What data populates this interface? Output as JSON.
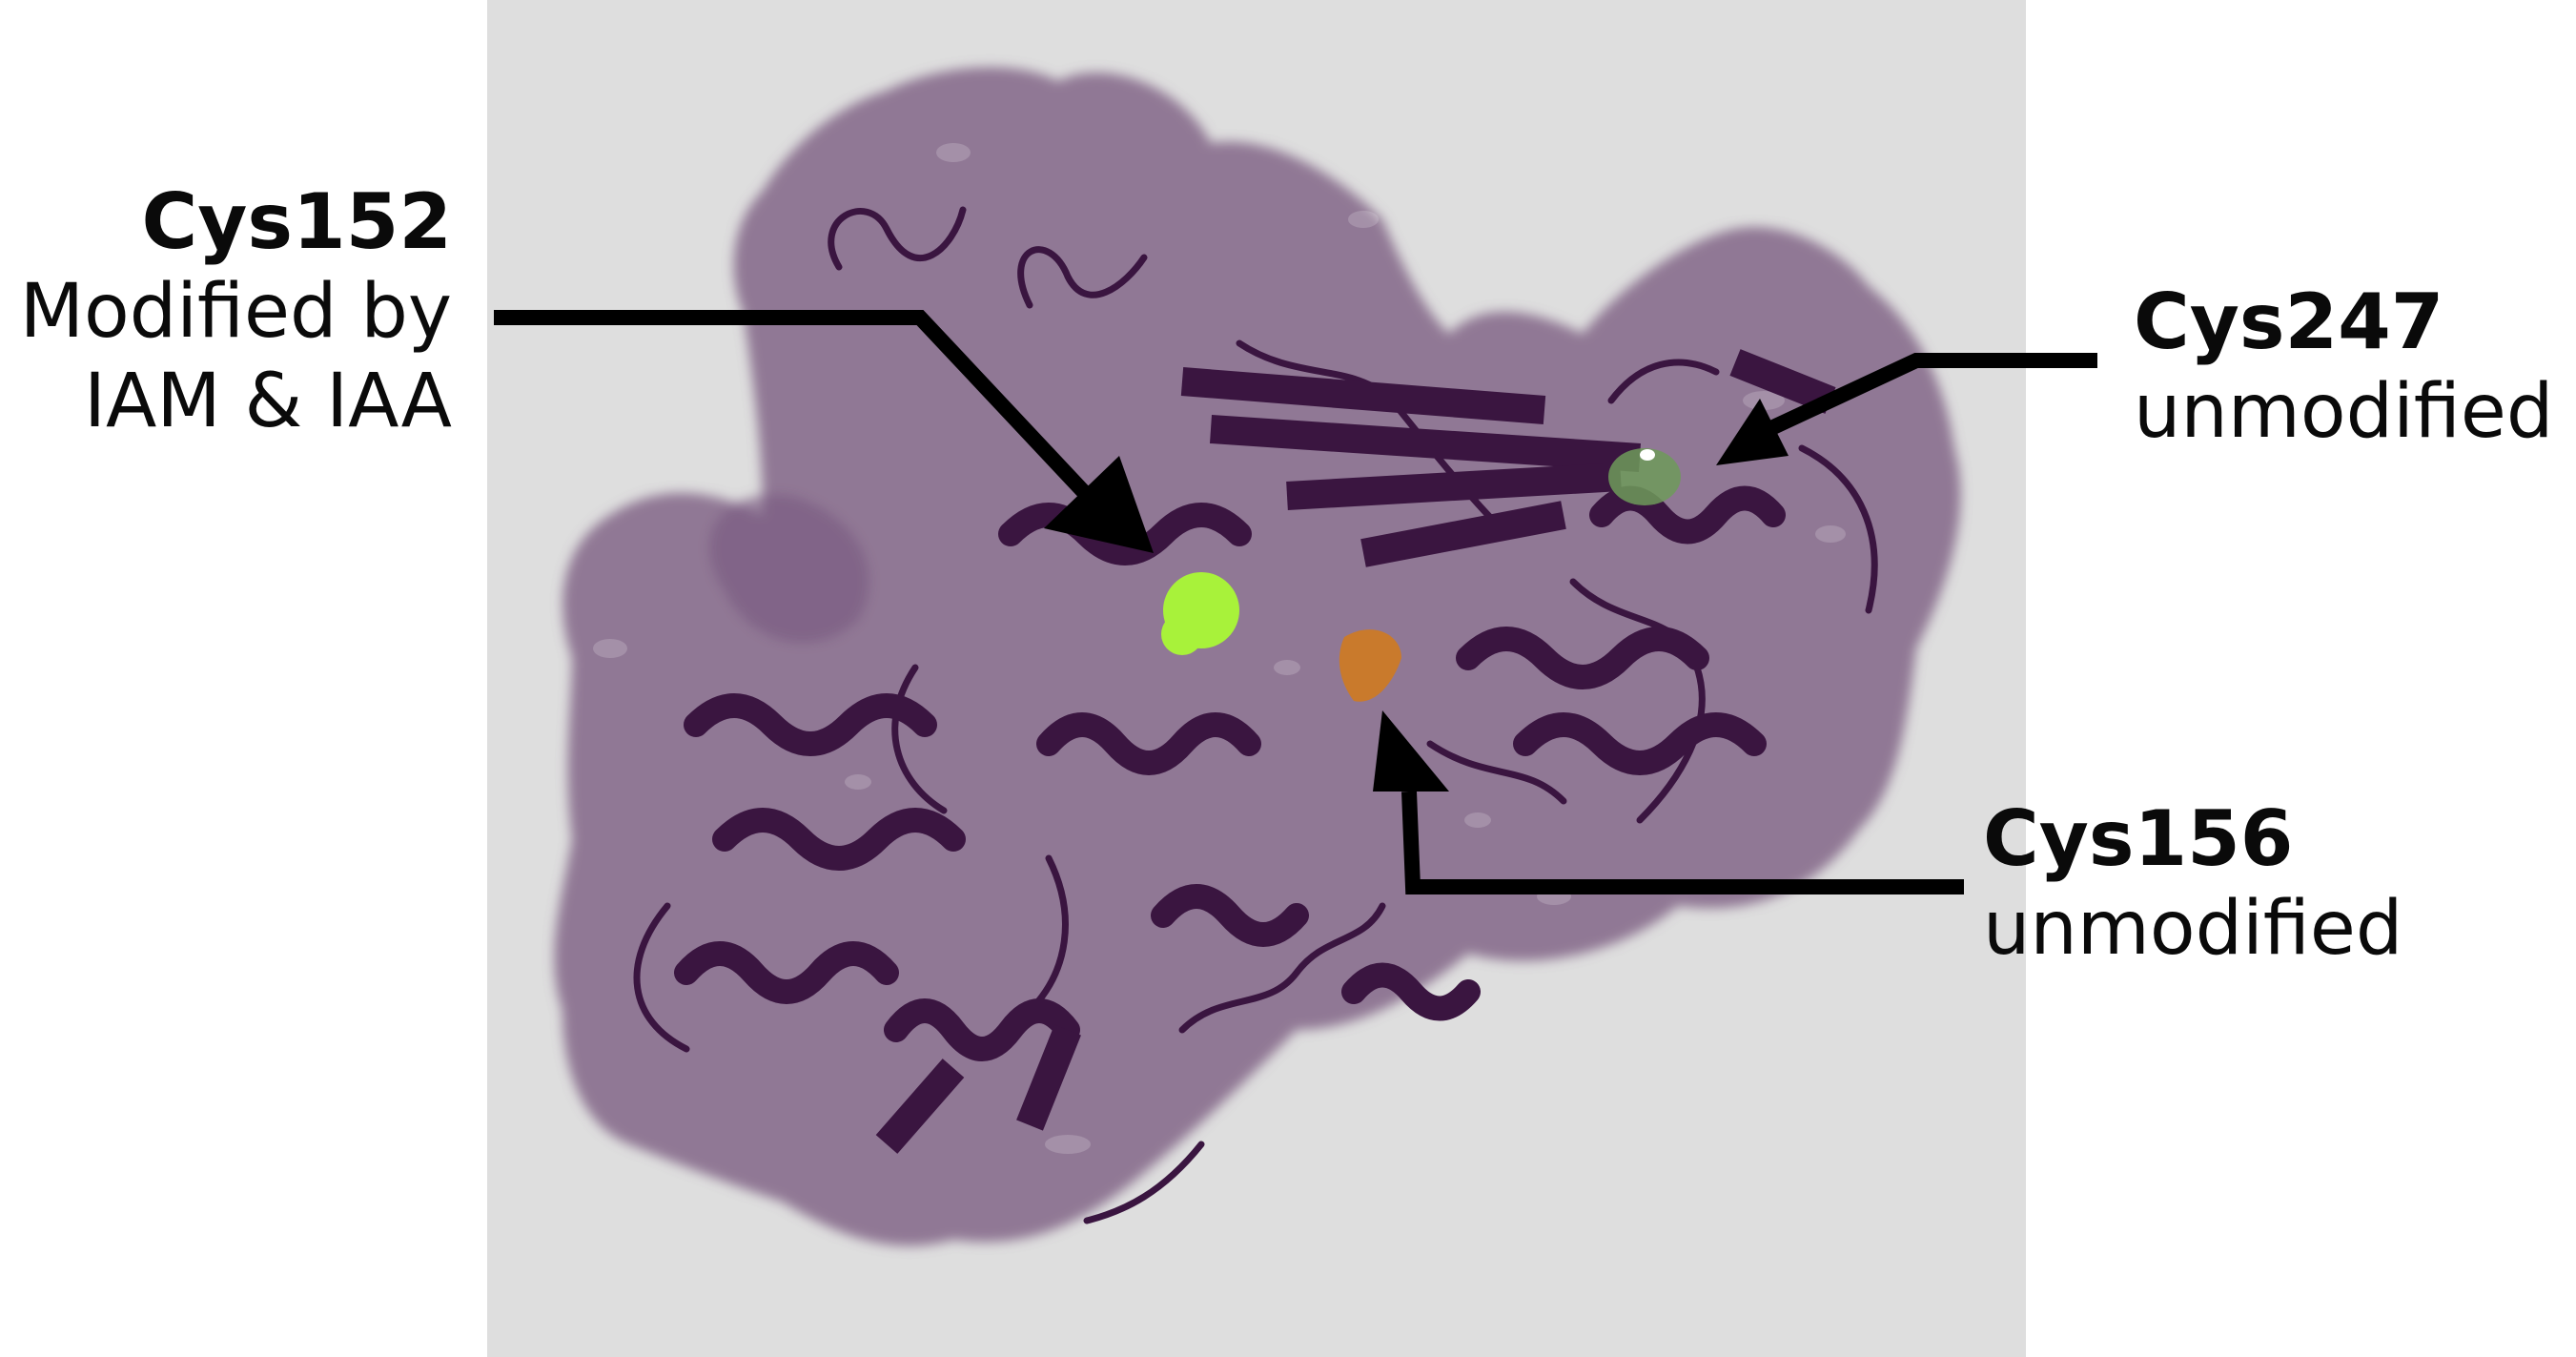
{
  "annotations": {
    "cys152": {
      "name": "Cys152",
      "description_lines": [
        "Modified by",
        "IAM & IAA"
      ],
      "highlight_color": "#a8f23a"
    },
    "cys247": {
      "name": "Cys247",
      "description": "unmodified",
      "highlight_color": "#6f9a5a"
    },
    "cys156": {
      "name": "Cys156",
      "description": "unmodified",
      "highlight_color": "#c97a2c"
    }
  },
  "colors": {
    "panel_background": "#dedede",
    "protein_surface": "#7a5b80",
    "protein_cartoon": "#3a1540",
    "arrow": "#000000"
  }
}
